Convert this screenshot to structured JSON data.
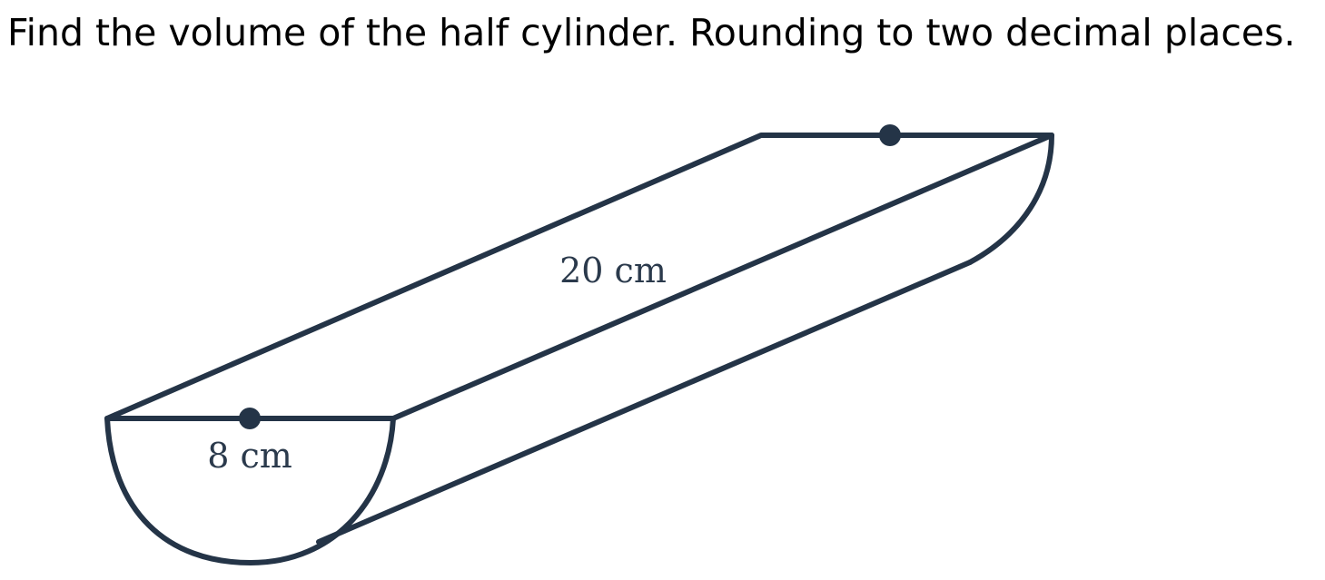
{
  "question": "Find the volume of the half cylinder. Rounding to two decimal places.",
  "figure": {
    "length_label": "20 cm",
    "diameter_label": "8 cm",
    "stroke_color": "#243447",
    "label_color": "#2b3a4c"
  }
}
